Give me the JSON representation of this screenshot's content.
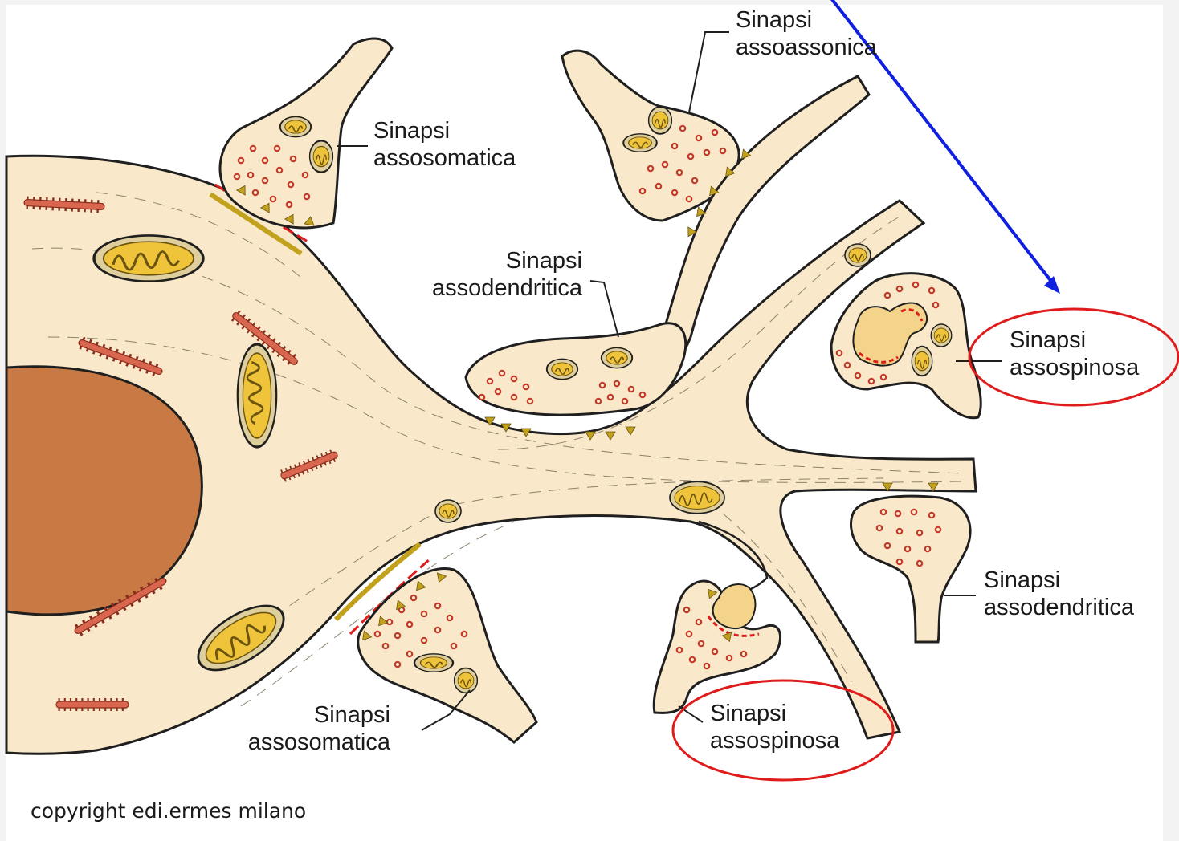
{
  "colors": {
    "cytoplasm": "#f9e8c9",
    "outline": "#1f1f1f",
    "nucleus": "#c97a44",
    "er": "#d9664e",
    "mito_fill": "#f0c43a",
    "mito_outer": "#e0cf9e",
    "vesicle": "#c23a2a",
    "spine_head": "#f3d48a",
    "bouton_dot": "#c2a11c",
    "highlight_red": "#e01b1b",
    "arrow_blue": "#1020e0"
  },
  "labels": [
    {
      "line1": "Sinapsi",
      "line2": "assosomatica"
    },
    {
      "line1": "Sinapsi",
      "line2": "assoassonica"
    },
    {
      "line1": "Sinapsi",
      "line2": "assodendritica"
    },
    {
      "line1": "Sinapsi",
      "line2": "assospinosa"
    },
    {
      "line1": "Sinapsi",
      "line2": "assodendritica"
    },
    {
      "line1": "Sinapsi",
      "line2": "assospinosa"
    },
    {
      "line1": "Sinapsi",
      "line2": "assosomatica"
    }
  ],
  "copyright": "copyright edi.ermes milano"
}
